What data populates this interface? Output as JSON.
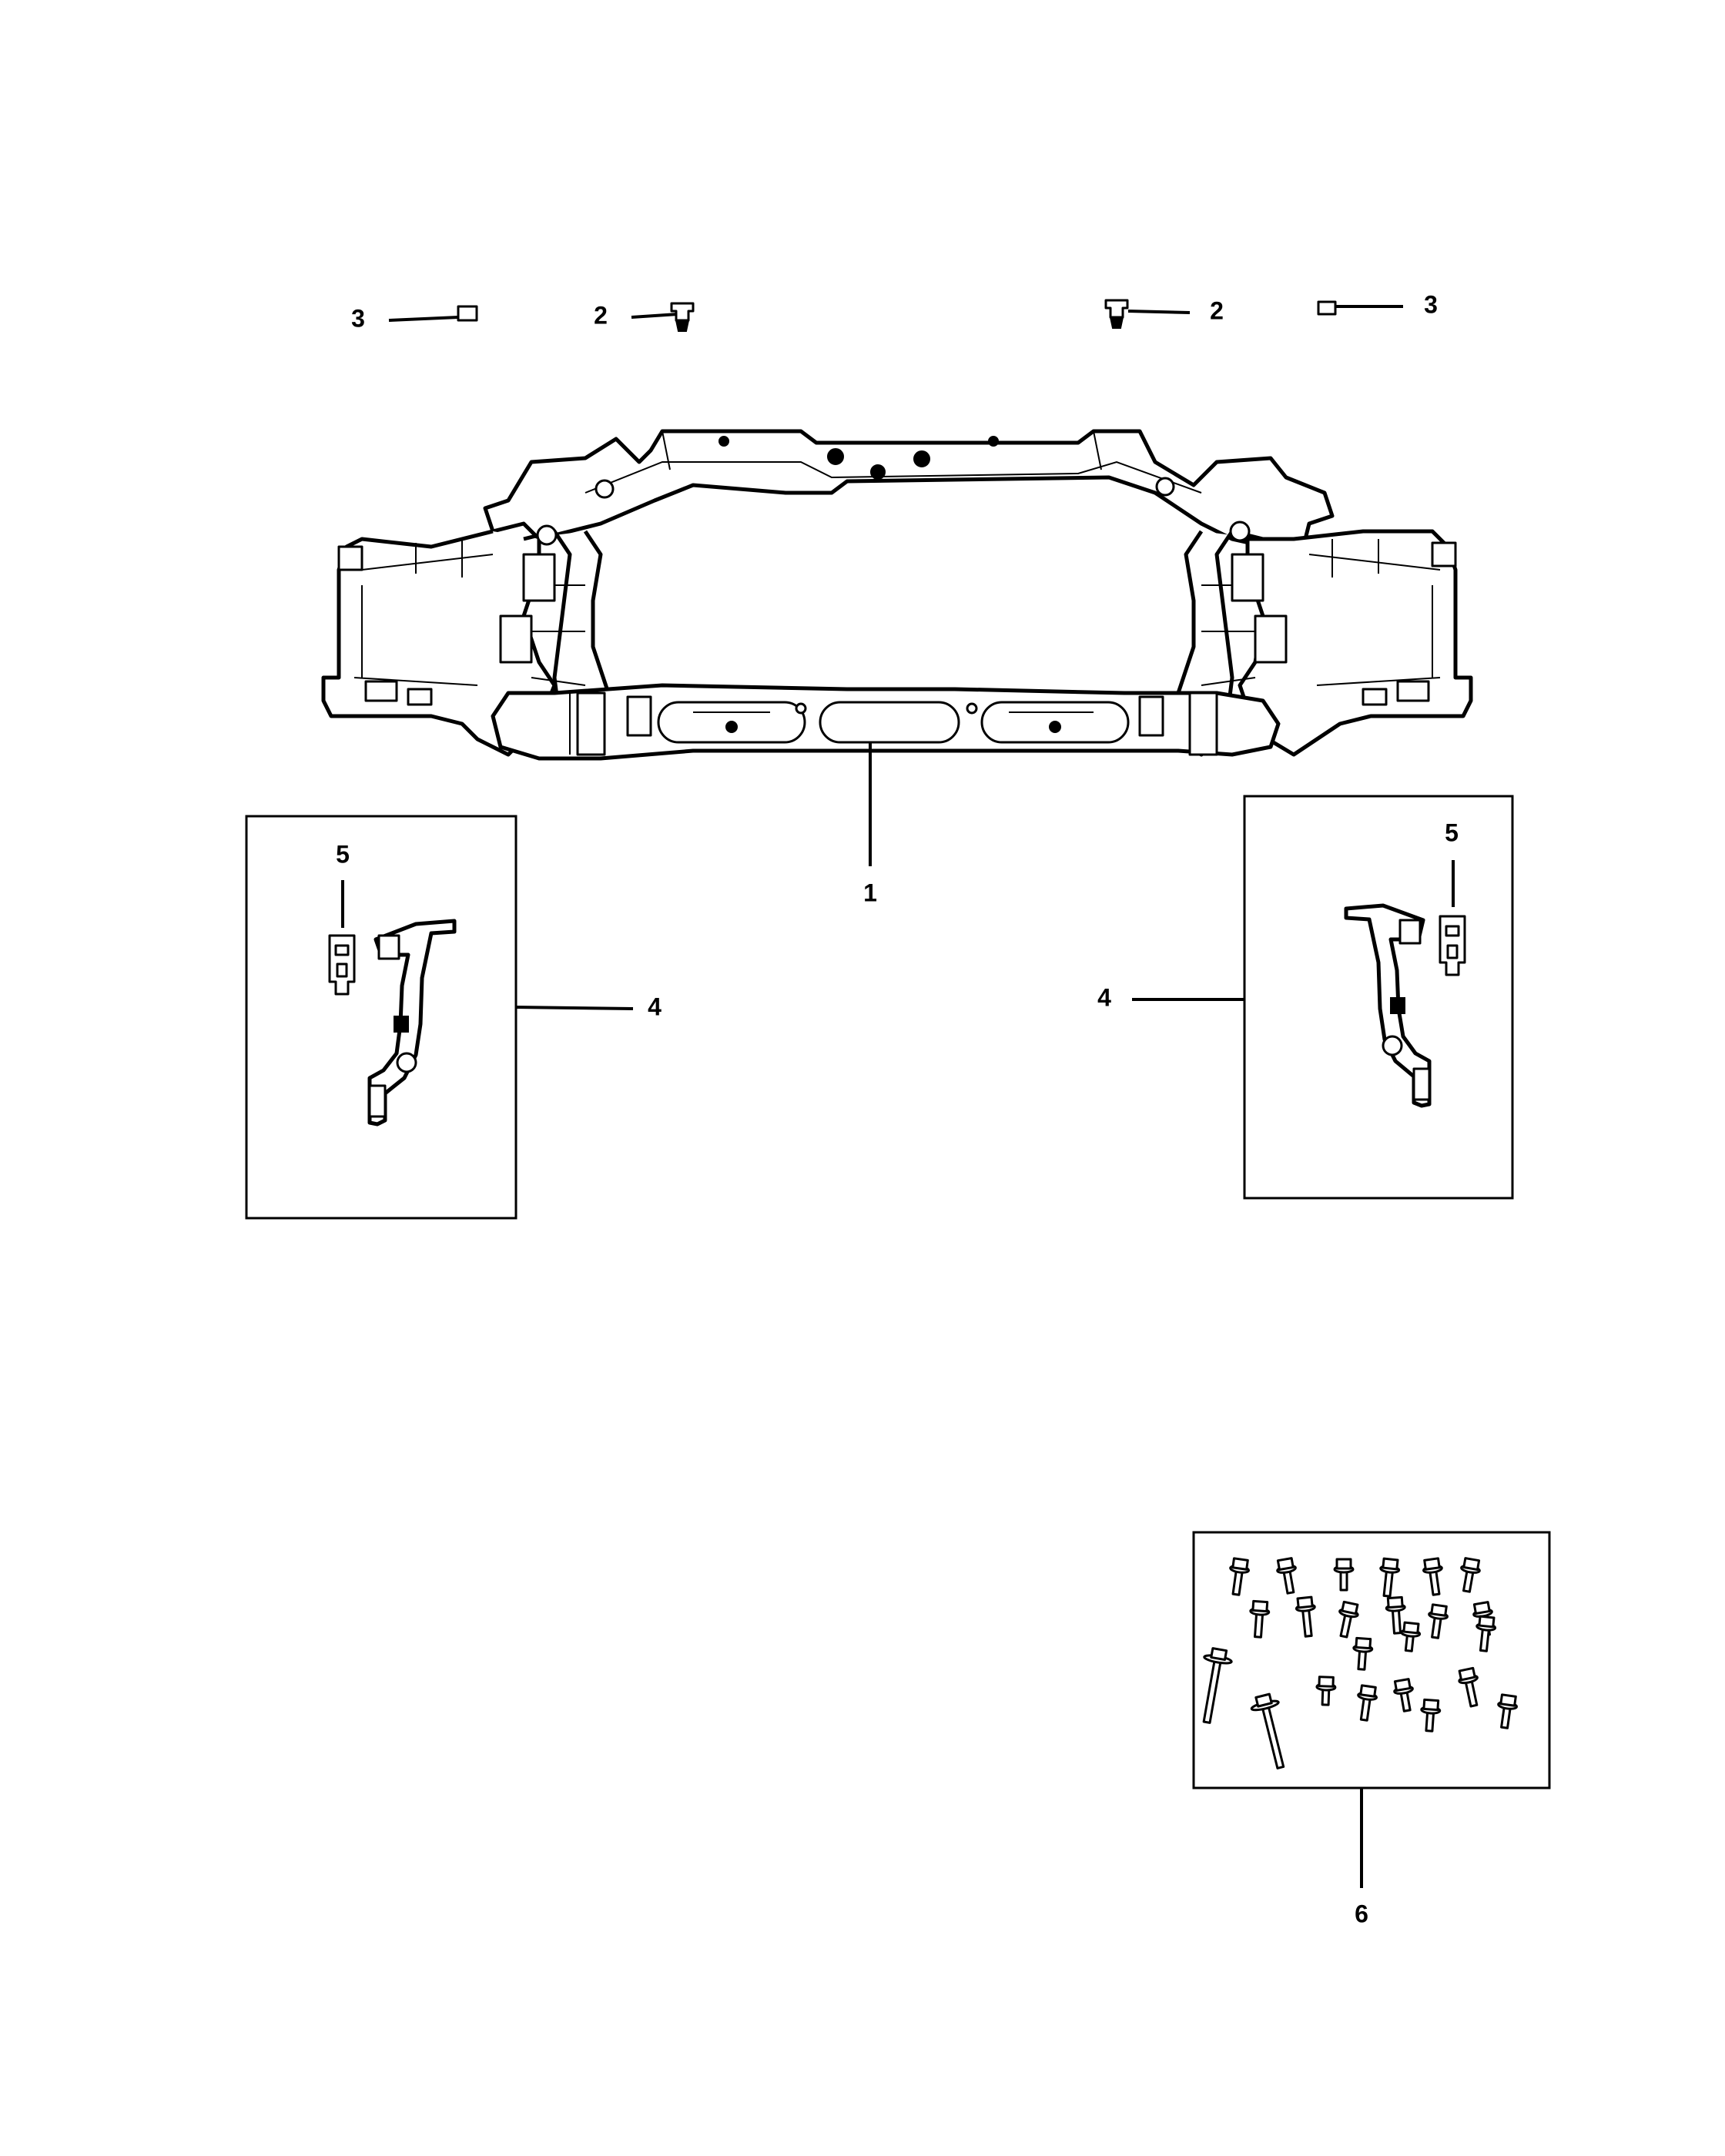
{
  "callouts": {
    "radiator_support": "1",
    "push_pin_left": "2",
    "push_pin_right": "2",
    "clip_left": "3",
    "clip_right": "3",
    "bracket_left": "4",
    "bracket_right": "4",
    "nut_left": "5",
    "nut_right": "5",
    "fastener_kit": "6"
  }
}
